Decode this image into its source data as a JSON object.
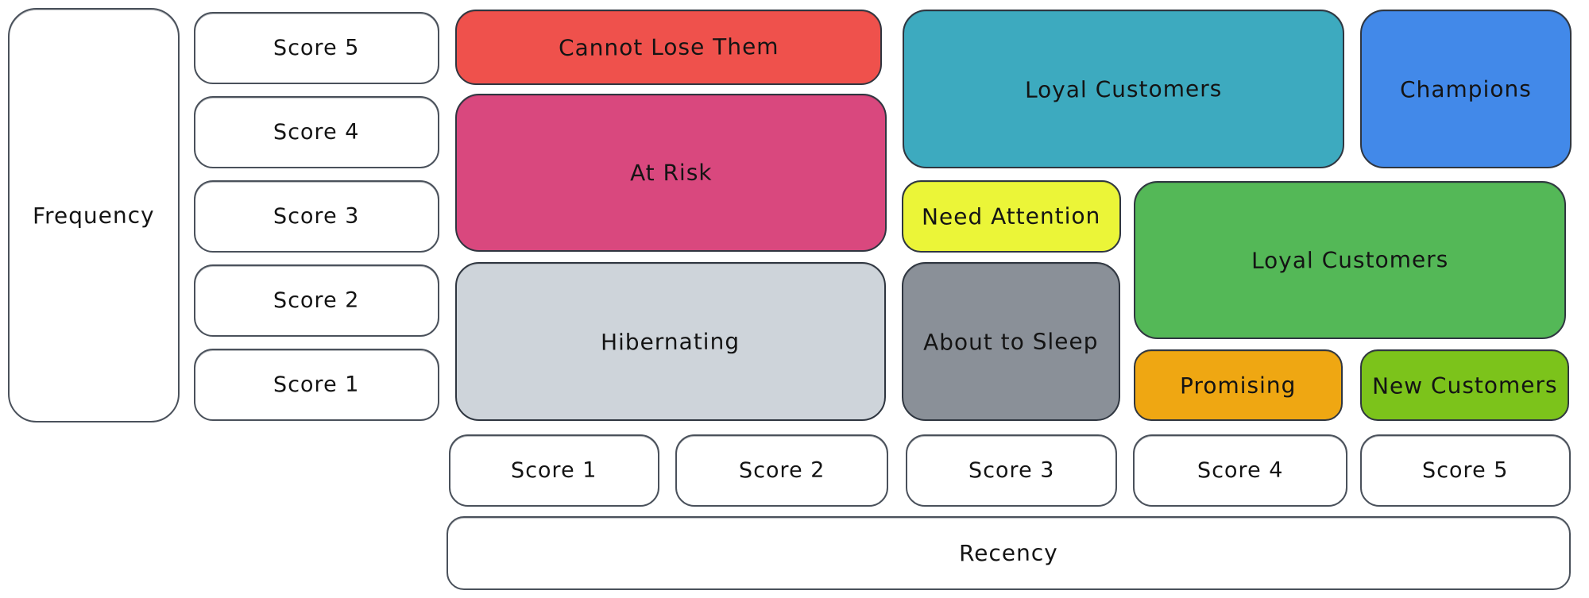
{
  "y_axis": {
    "label": "Frequency",
    "scores": [
      "Score 5",
      "Score 4",
      "Score 3",
      "Score 2",
      "Score 1"
    ]
  },
  "x_axis": {
    "label": "Recency",
    "scores": [
      "Score 1",
      "Score 2",
      "Score 3",
      "Score 4",
      "Score 5"
    ]
  },
  "segments": {
    "cannot_lose_them": {
      "label": "Cannot Lose Them",
      "color": "#ef514c"
    },
    "at_risk": {
      "label": "At Risk",
      "color": "#d9487e"
    },
    "hibernating": {
      "label": "Hibernating",
      "color": "#ced4da"
    },
    "loyal_customers_top": {
      "label": "Loyal Customers",
      "color": "#3daabf"
    },
    "champions": {
      "label": "Champions",
      "color": "#4289e9"
    },
    "need_attention": {
      "label": "Need Attention",
      "color": "#ebf538"
    },
    "loyal_customers_right": {
      "label": "Loyal Customers",
      "color": "#54b857"
    },
    "about_to_sleep": {
      "label": "About to Sleep",
      "color": "#8a9098"
    },
    "promising": {
      "label": "Promising",
      "color": "#efa712"
    },
    "new_customers": {
      "label": "New Customers",
      "color": "#7cc31b"
    }
  }
}
